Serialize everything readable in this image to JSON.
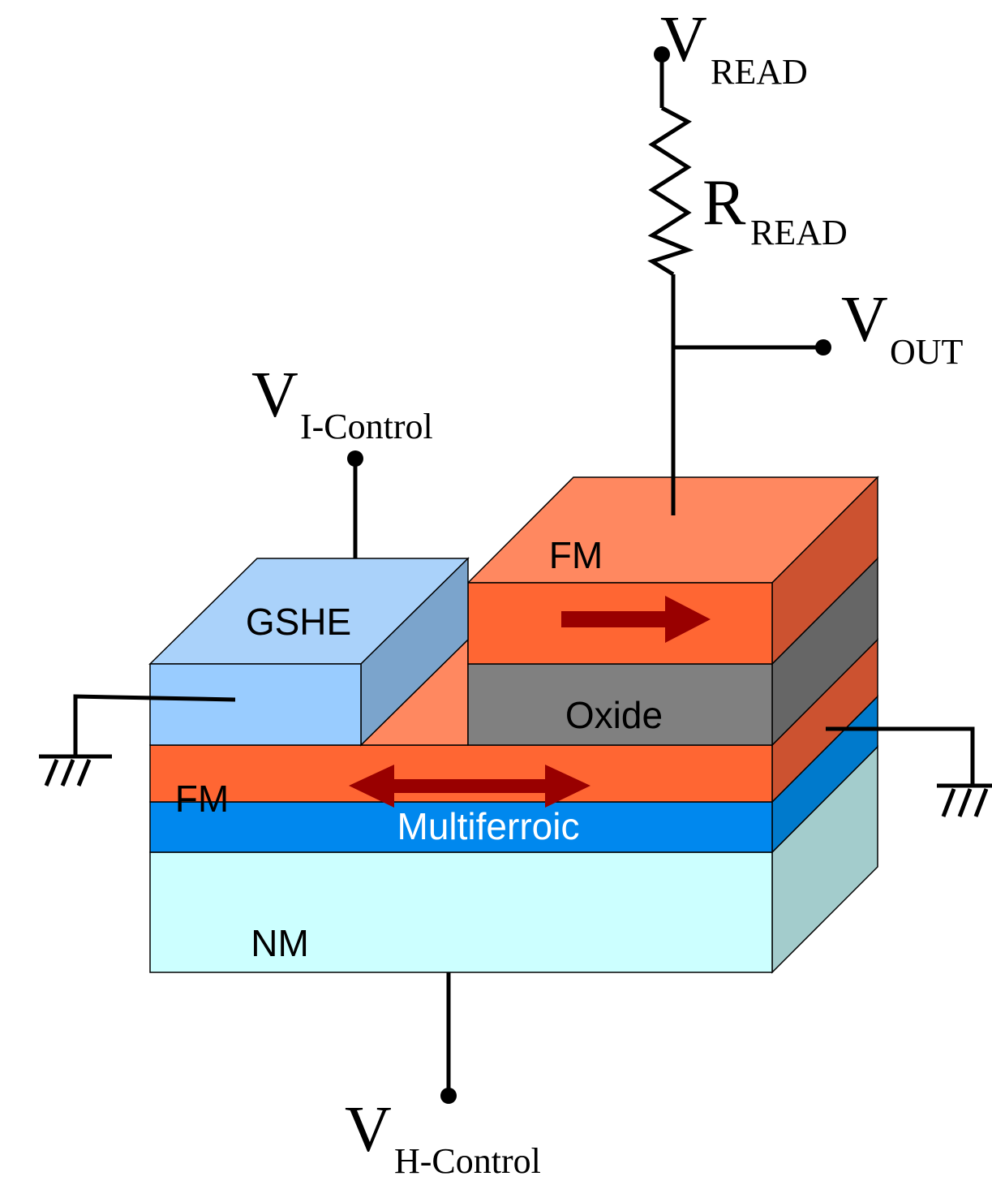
{
  "colors": {
    "fm_front": "#FF6633",
    "fm_top": "#FF8860",
    "fm_side": "#CC5230",
    "oxide_front": "#808080",
    "oxide_side": "#666666",
    "gshe_front": "#99CCFF",
    "gshe_top": "#AAD2FA",
    "gshe_side": "#7BA4CC",
    "multiferroic_front": "#0088EE",
    "multiferroic_side": "#007ACC",
    "nm_front": "#CCFFFF",
    "nm_side": "#A3CCCC",
    "arrow": "#990000",
    "wire": "#000000"
  },
  "layers": {
    "gshe": "GSHE",
    "fm_top": "FM",
    "oxide": "Oxide",
    "fm_bottom": "FM",
    "multiferroic": "Multiferroic",
    "nm": "NM"
  },
  "terminals": {
    "v_read": {
      "main": "V",
      "sub": "READ"
    },
    "r_read": {
      "main": "R",
      "sub": "READ"
    },
    "v_out": {
      "main": "V",
      "sub": "OUT"
    },
    "v_i_control": {
      "main": "V",
      "sub": "I-Control"
    },
    "v_h_control": {
      "main": "V",
      "sub": "H-Control"
    }
  }
}
